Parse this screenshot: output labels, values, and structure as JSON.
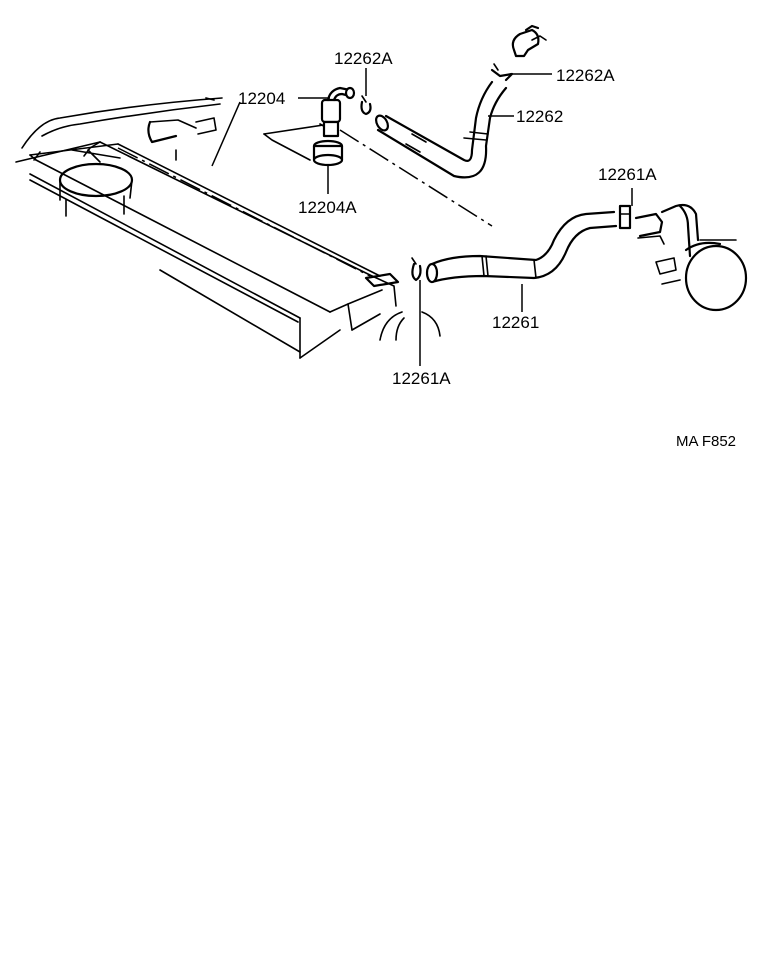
{
  "diagram": {
    "part_labels": {
      "p12204": "12204",
      "p12204A": "12204A",
      "p12262A_clip_left": "12262A",
      "p12262A_clip_right": "12262A",
      "p12262": "12262",
      "p12261A_clip_right": "12261A",
      "p12261": "12261",
      "p12261A_clip_left": "12261A"
    },
    "figure_code": "MA F852"
  }
}
